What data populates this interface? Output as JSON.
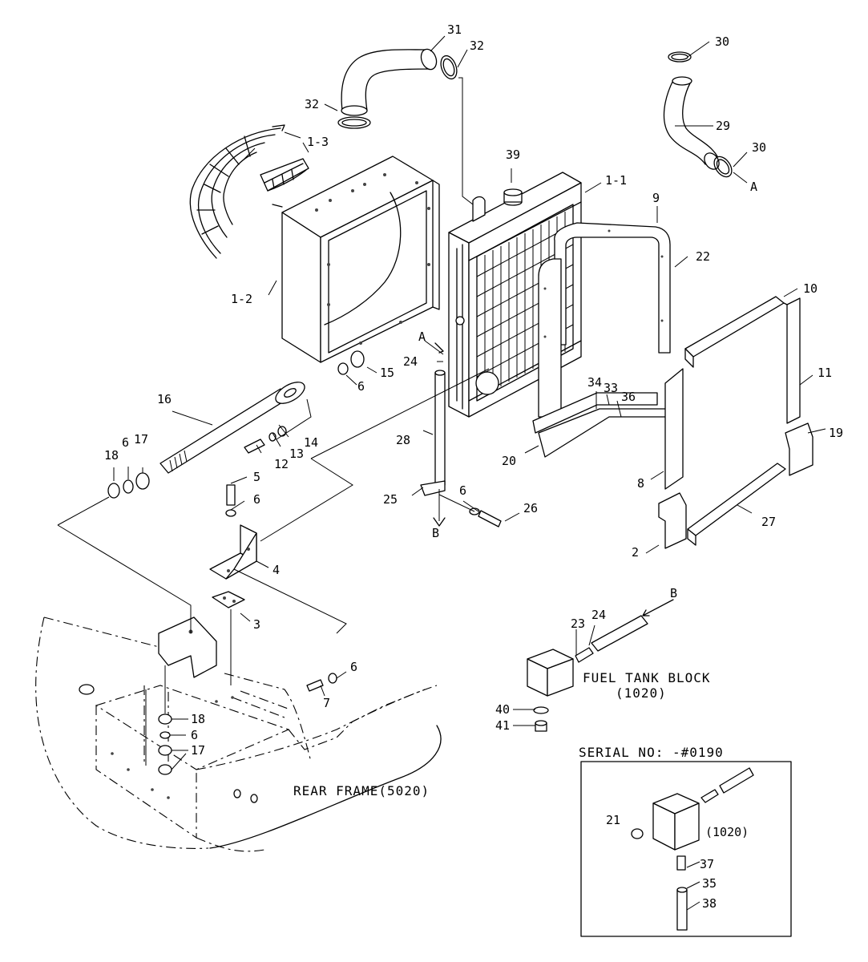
{
  "labels": {
    "p31": "31",
    "p32a": "32",
    "p32b": "32",
    "p30a": "30",
    "p30b": "30",
    "p29": "29",
    "pA1": "A",
    "p13a": "1-3",
    "p39": "39",
    "p11a": "1-1",
    "p9": "9",
    "p22": "22",
    "p12a": "1-2",
    "p10": "10",
    "pA2": "A",
    "p24a": "24",
    "p15": "15",
    "p6a": "6",
    "p11": "11",
    "p16": "16",
    "p34": "34",
    "p33": "33",
    "p36": "36",
    "p19": "19",
    "p18a": "18",
    "p6b": "6",
    "p17a": "17",
    "p14": "14",
    "p13": "13",
    "p12": "12",
    "p28": "28",
    "p20": "20",
    "p5": "5",
    "p6c": "6",
    "p8": "8",
    "p25": "25",
    "p6d": "6",
    "p26": "26",
    "pB1": "B",
    "p27": "27",
    "p2": "2",
    "p4": "4",
    "p3": "3",
    "pB2": "B",
    "p24b": "24",
    "p23": "23",
    "p6e": "6",
    "p7": "7",
    "p40": "40",
    "p41": "41",
    "p18b": "18",
    "p6f": "6",
    "p17b": "17",
    "p21": "21",
    "p1020": "(1020)",
    "p37": "37",
    "p35": "35",
    "p38": "38"
  },
  "notes": {
    "fuel_tank_block": "FUEL TANK BLOCK",
    "fuel_tank_block_ref": "(1020)",
    "rear_frame": "REAR FRAME(5020)",
    "serial_no": "SERIAL NO: -#0190"
  }
}
